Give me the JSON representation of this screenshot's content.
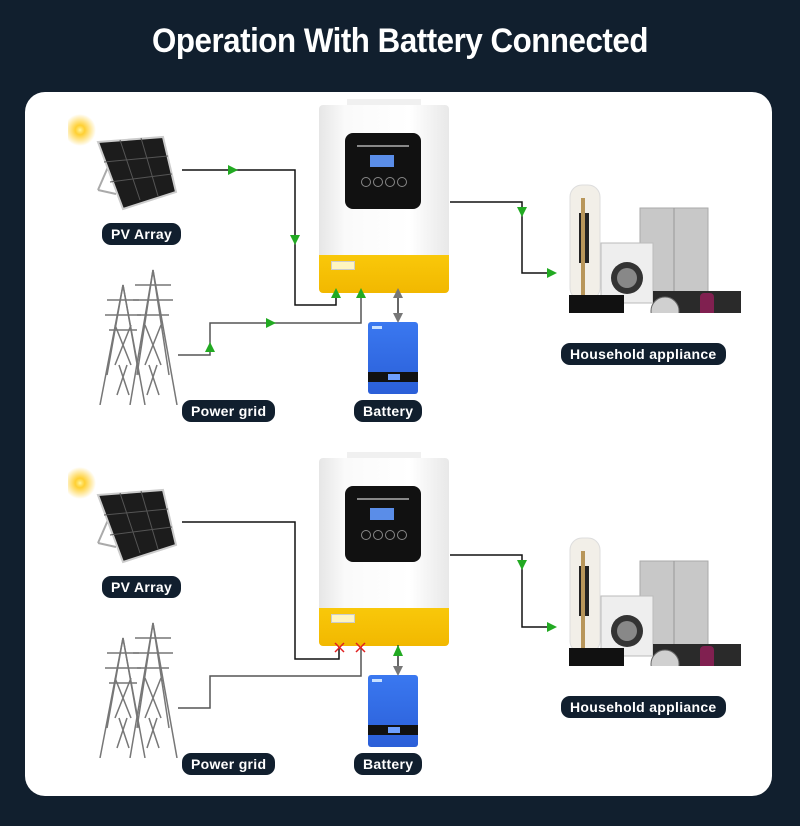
{
  "title": "Operation With Battery Connected",
  "colors": {
    "background": "#111f2e",
    "card": "#ffffff",
    "flow_arrow": "#22aa22",
    "bidirectional_arrow": "#777777",
    "blocked": "#e02020",
    "inverter_accent": "#f5c000",
    "battery": "#2f66e0"
  },
  "diagrams": [
    {
      "id": "grid-connected",
      "labels": {
        "pv": "PV Array",
        "grid": "Power grid",
        "battery": "Battery",
        "load": "Household appliance"
      },
      "flows": {
        "pv_to_inverter": "active",
        "grid_to_inverter": "active",
        "battery_inverter": "bidirectional",
        "inverter_to_load": "active"
      }
    },
    {
      "id": "grid-disconnected",
      "labels": {
        "pv": "PV Array",
        "grid": "Power grid",
        "battery": "Battery",
        "load": "Household appliance"
      },
      "flows": {
        "pv_to_inverter": "blocked",
        "grid_to_inverter": "blocked",
        "battery_inverter": "bidirectional",
        "inverter_to_load": "active"
      }
    }
  ]
}
